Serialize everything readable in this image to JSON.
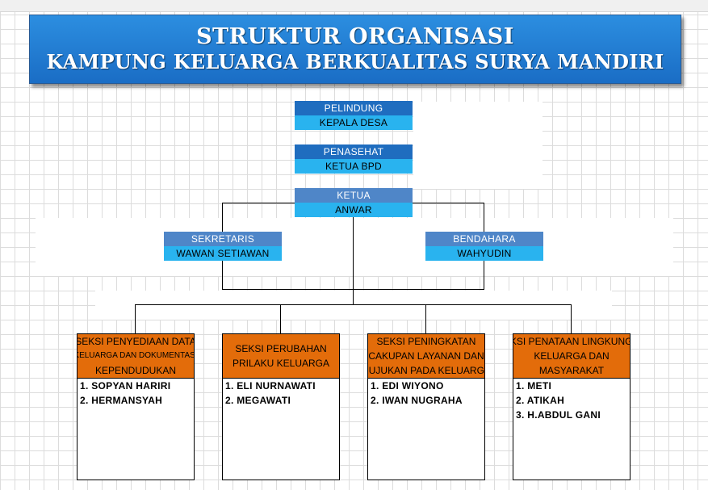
{
  "title": {
    "line1": "STRUKTUR ORGANISASI",
    "line2": "KAMPUNG KELUARGA BERKUALITAS SURYA MANDIRI"
  },
  "pelindung": {
    "role": "PELINDUNG",
    "name": "KEPALA DESA"
  },
  "penasehat": {
    "role": "PENASEHAT",
    "name": "KETUA BPD"
  },
  "ketua": {
    "role": "KETUA",
    "name": "ANWAR"
  },
  "sekretaris": {
    "role": "SEKRETARIS",
    "name": "WAWAN SETIAWAN"
  },
  "bendahara": {
    "role": "BENDAHARA",
    "name": "WAHYUDIN"
  },
  "sections": [
    {
      "title": [
        "SEKSI PENYEDIAAN DATA",
        "KELUARGA DAN DOKUMENTASI",
        "KEPENDUDUKAN"
      ],
      "members": [
        "1. SOPYAN HARIRI",
        "2. HERMANSYAH"
      ]
    },
    {
      "title": [
        "SEKSI PERUBAHAN",
        "PRILAKU KELUARGA"
      ],
      "members": [
        "1. ELI NURNAWATI",
        "2. MEGAWATI"
      ]
    },
    {
      "title": [
        "SEKSI PENINGKATAN",
        "CAKUPAN LAYANAN DAN",
        "RUJUKAN PADA KELUARGA"
      ],
      "members": [
        "1. EDI WIYONO",
        "2. IWAN NUGRAHA"
      ]
    },
    {
      "title": [
        "SEKSI PENATAAN LINGKUNGAN",
        "KELUARGA DAN",
        "MASYARAKAT"
      ],
      "members": [
        "1. METI",
        "2. ATIKAH",
        "3. H.ABDUL GANI"
      ]
    }
  ],
  "colors": {
    "banner": "#1a6dc5",
    "role_header_dark": "#1f6dbf",
    "role_header_steel": "#4f86c8",
    "name_cell": "#29b3ef",
    "section_header": "#e36c0a"
  }
}
